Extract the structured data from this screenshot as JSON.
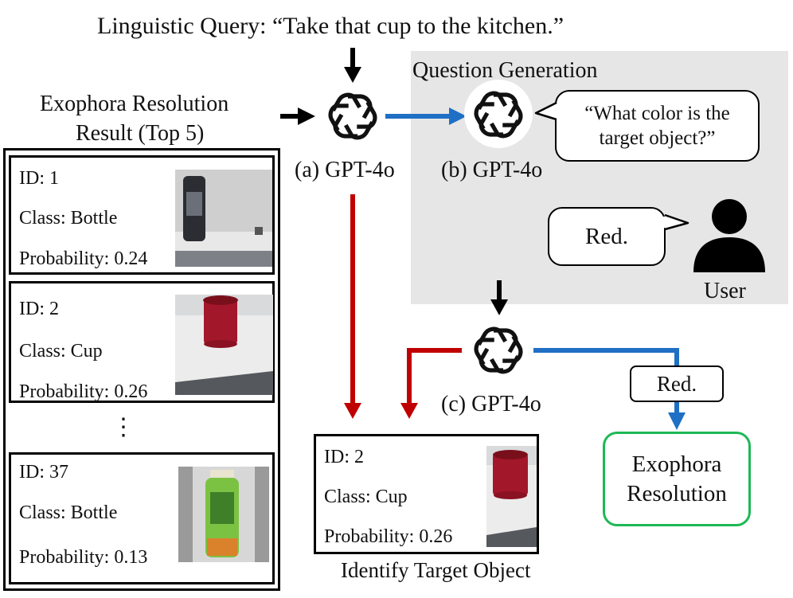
{
  "query": "Linguistic Query: “Take that cup to the kitchen.”",
  "exophora_title": [
    "Exophora Resolution",
    "Result (Top 5)"
  ],
  "candidates": [
    {
      "id": "ID: 1",
      "class": "Class: Bottle",
      "prob": "Probability: 0.24"
    },
    {
      "id": "ID: 2",
      "class": "Class: Cup",
      "prob": "Probability: 0.26"
    },
    {
      "id": "ID: 37",
      "class": "Class: Bottle",
      "prob": "Probability: 0.13"
    }
  ],
  "ellipsis": "⋮",
  "gpt_a": "(a) GPT-4o",
  "gpt_b": "(b) GPT-4o",
  "gpt_c": "(c) GPT-4o",
  "question_generation": "Question Generation",
  "question_bubble": [
    "“What color is the",
    "target object?”"
  ],
  "user_answer": "Red.",
  "user_label": "User",
  "red_label": "Red.",
  "exophora_box": [
    "Exophora",
    "Resolution"
  ],
  "result": {
    "id": "ID: 2",
    "class": "Class: Cup",
    "prob": "Probability: 0.26"
  },
  "identify_label": "Identify Target Object",
  "colors": {
    "red_arrow": "#c00000",
    "blue_arrow": "#1f6fc5",
    "green_box": "#1db954",
    "gray_panel": "#e6e6e6"
  }
}
